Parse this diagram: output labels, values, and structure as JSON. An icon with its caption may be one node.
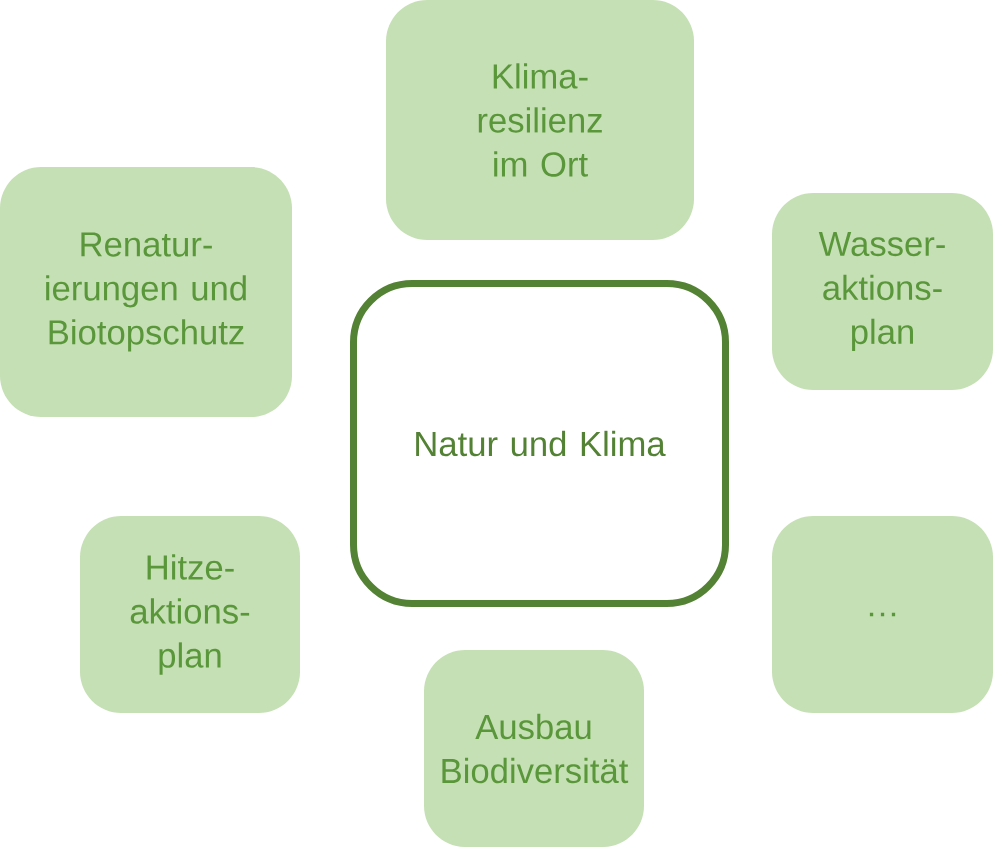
{
  "diagram": {
    "nodes": [
      {
        "text": [
          "Klima- resilienz im Ort"
        ]
      },
      {
        "text": [
          "Renatur- ierungen und Biotopschutz"
        ]
      },
      {
        "text": [
          "Wasser- aktions- plan"
        ]
      },
      {
        "text": [
          "Natur und Klima"
        ]
      },
      {
        "text": [
          "Hitze- aktions- plan"
        ]
      },
      {
        "text": [
          "…"
        ]
      },
      {
        "text": [
          "Ausbau Biodiversität"
        ]
      }
    ]
  }
}
